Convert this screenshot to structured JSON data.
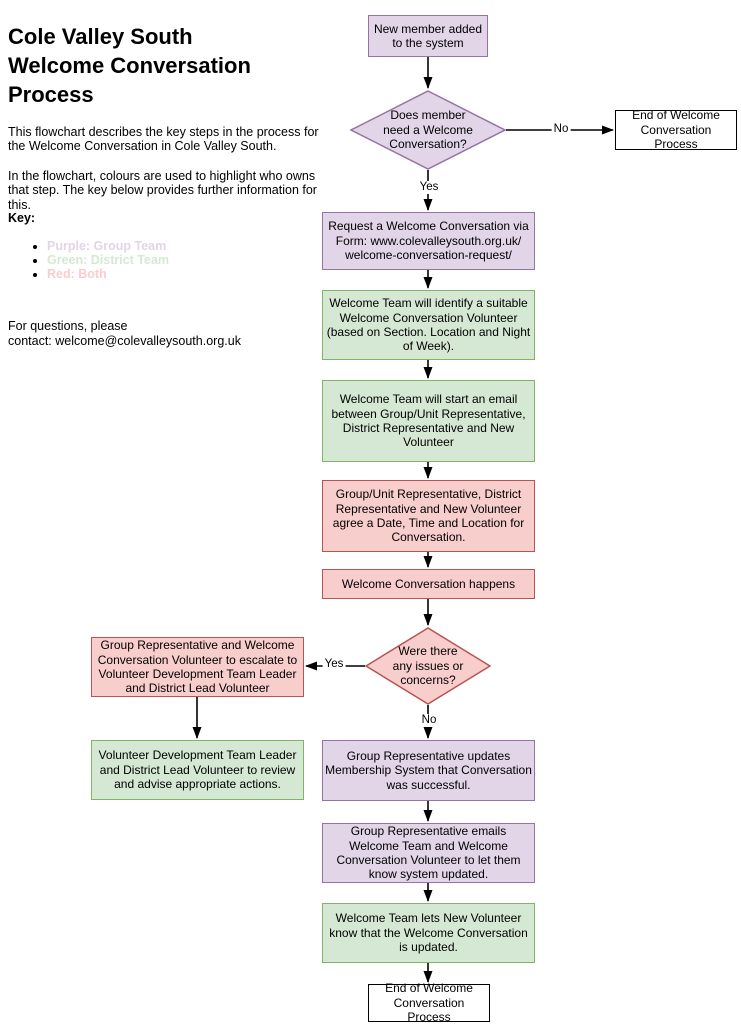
{
  "palette": {
    "purple_fill": "#E1D5E7",
    "purple_stroke": "#9673A6",
    "green_fill": "#D5E8D4",
    "green_stroke": "#82B366",
    "red_fill": "#F8CECC",
    "red_stroke": "#B85450",
    "terminator_fill": "#FFFFFF",
    "terminator_stroke": "#000000",
    "arrow_color": "#000000"
  },
  "sidebar": {
    "title": "Cole Valley South\nWelcome Conversation\nProcess",
    "intro_1": "This flowchart describes the key steps in the process for the Welcome Conversation in Cole Valley South.",
    "intro_2": "In the flowchart, colours are used to highlight who owns that step. The key below provides further information for this.",
    "key_heading": "Key:",
    "key_items": [
      {
        "label": "Purple: Group Team",
        "color": "#E1D5E7",
        "owner": "Group Team"
      },
      {
        "label": "Green: District Team",
        "color": "#D5E8D4",
        "owner": "District Team"
      },
      {
        "label": "Red: Both",
        "color": "#F8CECC",
        "owner": "Both"
      }
    ],
    "contact": "For questions, please\ncontact: welcome@colevalleysouth.org.uk"
  },
  "flowchart": {
    "nodes": {
      "start": {
        "text": "New member added to the system",
        "owner": "purple"
      },
      "decision_need": {
        "text": "Does member need a Welcome Conversation?",
        "owner": "purple"
      },
      "end_early": {
        "text": "End of Welcome Conversation Process",
        "owner": "none"
      },
      "request_form": {
        "text": "Request a Welcome Conversation via Form: www.colevalleysouth.org.uk/\nwelcome-conversation-request/",
        "owner": "purple"
      },
      "identify_volunteer": {
        "text": "Welcome Team will identify a suitable Welcome Conversation Volunteer (based on Section. Location and Night of Week).",
        "owner": "green"
      },
      "start_email": {
        "text": "Welcome Team will start an email between Group/Unit Representative, District Representative and New Volunteer",
        "owner": "green"
      },
      "agree_date": {
        "text": "Group/Unit Representative, District Representative and New Volunteer agree a Date, Time and Location for Conversation.",
        "owner": "red"
      },
      "conversation_happens": {
        "text": "Welcome Conversation happens",
        "owner": "red"
      },
      "decision_issues": {
        "text": "Were there any issues or concerns?",
        "owner": "red"
      },
      "escalate": {
        "text": "Group Representative and Welcome Conversation Volunteer to escalate to Volunteer Development Team Leader and District Lead Volunteer",
        "owner": "red"
      },
      "review_actions": {
        "text": "Volunteer Development Team Leader and District Lead Volunteer to review and advise appropriate actions.",
        "owner": "green"
      },
      "update_system": {
        "text": "Group Representative updates Membership System that Conversation was successful.",
        "owner": "purple"
      },
      "email_updated": {
        "text": "Group Representative emails Welcome Team and Welcome Conversation Volunteer to let them know system updated.",
        "owner": "purple"
      },
      "let_know": {
        "text": "Welcome Team lets New Volunteer know that the Welcome Conversation is updated.",
        "owner": "green"
      },
      "end_final": {
        "text": "End of Welcome Conversation Process",
        "owner": "none"
      }
    },
    "edge_labels": {
      "d1_no": "No",
      "d1_yes": "Yes",
      "d2_yes": "Yes",
      "d2_no": "No"
    }
  }
}
